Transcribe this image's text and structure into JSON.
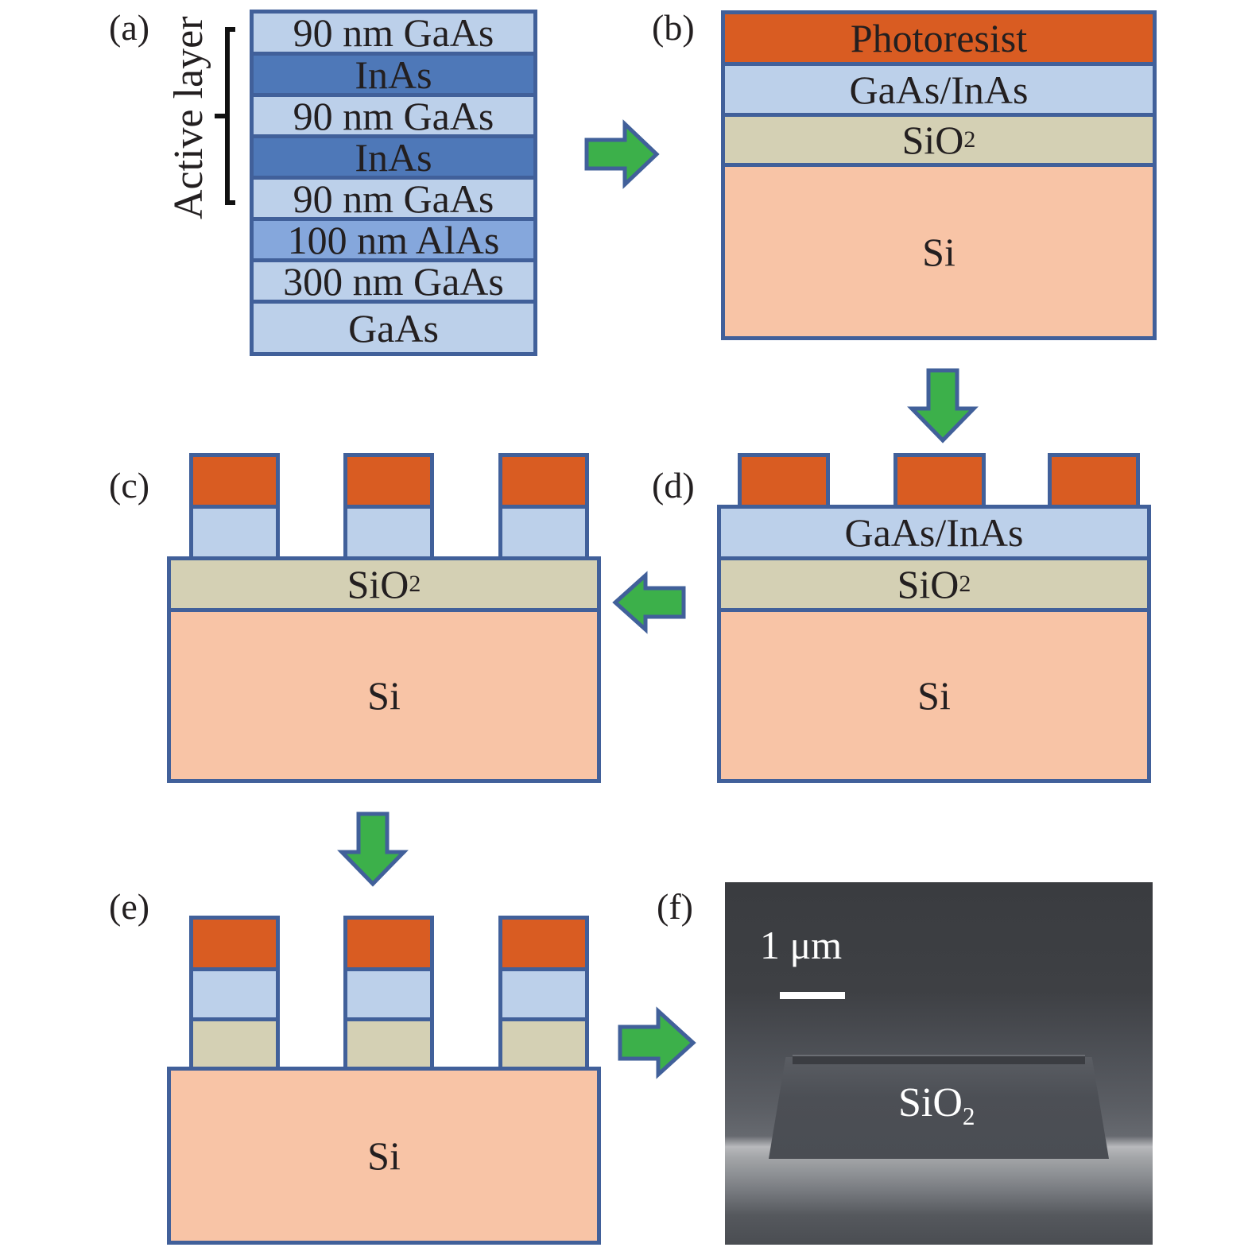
{
  "figure": {
    "panels": {
      "a": {
        "label": "(a)",
        "bracket_label": "Active layer",
        "layers": [
          {
            "text": "90 nm GaAs",
            "material": "GaAs"
          },
          {
            "text": "InAs",
            "material": "InAs"
          },
          {
            "text": "90 nm GaAs",
            "material": "GaAs"
          },
          {
            "text": "InAs",
            "material": "InAs"
          },
          {
            "text": "90 nm GaAs",
            "material": "GaAs"
          },
          {
            "text": "100 nm AlAs",
            "material": "AlAs"
          },
          {
            "text": "300 nm GaAs",
            "material": "GaAs"
          },
          {
            "text": "GaAs",
            "material": "GaAs"
          }
        ]
      },
      "b": {
        "label": "(b)",
        "layers": {
          "photoresist": "Photoresist",
          "gaas_inas": "GaAs/InAs",
          "sio2_main": "SiO",
          "sio2_sub": "2",
          "si": "Si"
        }
      },
      "c": {
        "label": "(c)",
        "pillar_count": 3,
        "layers": {
          "sio2_main": "SiO",
          "sio2_sub": "2",
          "si": "Si"
        }
      },
      "d": {
        "label": "(d)",
        "resist_pad_count": 3,
        "layers": {
          "gaas_inas": "GaAs/InAs",
          "sio2_main": "SiO",
          "sio2_sub": "2",
          "si": "Si"
        }
      },
      "e": {
        "label": "(e)",
        "pillar_count": 3,
        "layers": {
          "si": "Si"
        }
      },
      "f": {
        "label": "(f)",
        "scale_bar": "1 μm",
        "sem_label_main": "SiO",
        "sem_label_sub": "2"
      }
    },
    "arrows": [
      {
        "from": "a",
        "to": "b",
        "direction": "right"
      },
      {
        "from": "b",
        "to": "d",
        "direction": "down"
      },
      {
        "from": "d",
        "to": "c",
        "direction": "left"
      },
      {
        "from": "c",
        "to": "e",
        "direction": "down"
      },
      {
        "from": "e",
        "to": "f",
        "direction": "right"
      }
    ],
    "colors": {
      "gaas": "#bcd0ea",
      "inas": "#4e78b8",
      "alas": "#85a7dc",
      "photoresist": "#d95c22",
      "sio2": "#d4d0b4",
      "si": "#f8c4a6",
      "outline": "#41609a",
      "arrow_fill": "#3cb04a"
    }
  }
}
